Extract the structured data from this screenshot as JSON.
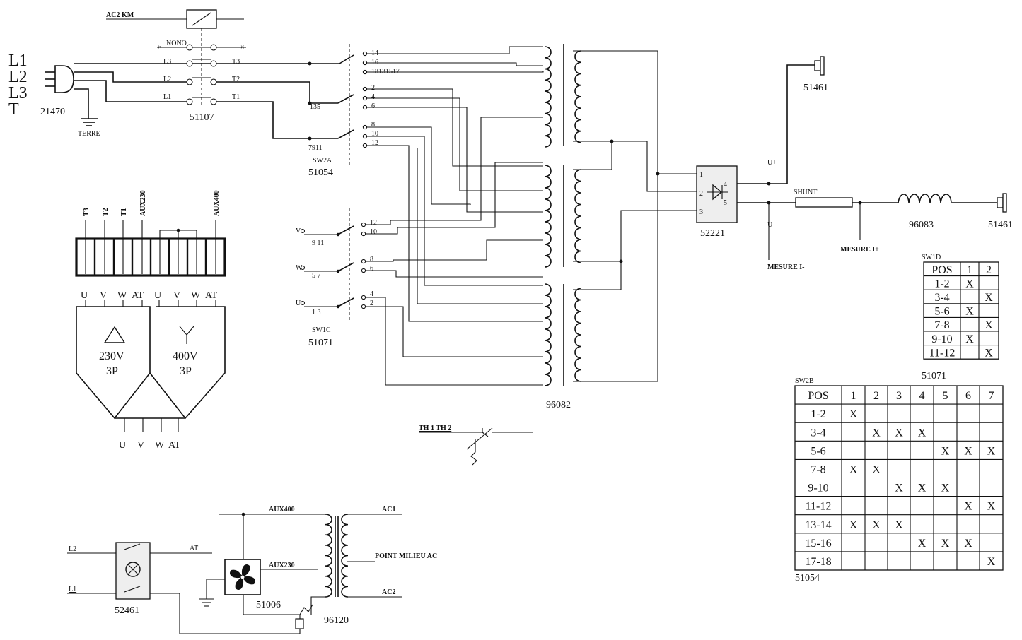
{
  "power_inputs": {
    "lines": [
      "L1",
      "L2",
      "L3",
      "T"
    ],
    "plug_ref": "21470",
    "ground_label": "TERRE"
  },
  "contactor": {
    "coil_label": "AC2 KM",
    "contact_label": "NONO",
    "left_terminals": [
      "L3",
      "L2",
      "L1"
    ],
    "right_terminals": [
      "T3",
      "T2",
      "T1"
    ],
    "ref": "51107"
  },
  "switch_sw2a": {
    "name": "SW2A",
    "ref": "51054",
    "pole_labels": [
      "135",
      "7911"
    ],
    "contacts": [
      "14",
      "16",
      "18131517",
      "2",
      "4",
      "6",
      "8",
      "10",
      "12"
    ]
  },
  "switch_sw1c": {
    "name": "SW1C",
    "ref": "51071",
    "inputs": [
      "V",
      "W",
      "U"
    ],
    "input_pins": [
      "9  11",
      "5    7",
      "1    3"
    ],
    "contacts": [
      "12",
      "10",
      "8",
      "6",
      "4",
      "2"
    ]
  },
  "transformer_main": {
    "ref": "96082"
  },
  "rectifier": {
    "ref": "52221",
    "pins": [
      "1",
      "2",
      "3",
      "4",
      "5"
    ]
  },
  "output": {
    "u_plus": "U+",
    "u_minus": "U-",
    "shunt": "SHUNT",
    "mesure_minus": "MESURE I-",
    "mesure_plus": "MESURE I+",
    "inductor_ref": "96083",
    "socket_ref_top": "51461",
    "socket_ref_right": "51461"
  },
  "terminal_block": {
    "top_labels": [
      "T3",
      "T2",
      "T1",
      "AUX230",
      "AUX400"
    ],
    "left_phases": [
      "U",
      "V",
      "W",
      "AT"
    ],
    "right_phases": [
      "U",
      "V",
      "W",
      "AT"
    ],
    "delta_voltage": "230V",
    "delta_phase": "3P",
    "star_voltage": "400V",
    "star_phase": "3P",
    "bottom_labels": [
      "U",
      "V",
      "W",
      "AT"
    ]
  },
  "thermal": {
    "label": "TH 1 TH 2"
  },
  "aux_circuit": {
    "l2": "L2",
    "l1": "L1",
    "at": "AT",
    "switch_ref": "52461",
    "aux400": "AUX400",
    "aux230": "AUX230",
    "fan_ref": "51006",
    "transformer_ref": "96120",
    "ac1": "AC1",
    "point_milieu": "POINT MILIEU AC",
    "ac2": "AC2"
  },
  "table_sw1d": {
    "title": "SW1D",
    "ref": "51071",
    "header": [
      "POS",
      "1",
      "2"
    ],
    "rows": [
      [
        "1-2",
        "X",
        ""
      ],
      [
        "3-4",
        "",
        "X"
      ],
      [
        "5-6",
        "X",
        ""
      ],
      [
        "7-8",
        "",
        "X"
      ],
      [
        "9-10",
        "X",
        ""
      ],
      [
        "11-12",
        "",
        "X"
      ]
    ]
  },
  "table_sw2b": {
    "title": "SW2B",
    "ref": "51054",
    "header": [
      "POS",
      "1",
      "2",
      "3",
      "4",
      "5",
      "6",
      "7"
    ],
    "rows": [
      [
        "1-2",
        "X",
        "",
        "",
        "",
        "",
        "",
        ""
      ],
      [
        "3-4",
        "",
        "X",
        "X",
        "X",
        "",
        "",
        ""
      ],
      [
        "5-6",
        "",
        "",
        "",
        "",
        "X",
        "X",
        "X"
      ],
      [
        "7-8",
        "X",
        "X",
        "",
        "",
        "",
        "",
        ""
      ],
      [
        "9-10",
        "",
        "",
        "X",
        "X",
        "X",
        "",
        ""
      ],
      [
        "11-12",
        "",
        "",
        "",
        "",
        "",
        "X",
        "X"
      ],
      [
        "13-14",
        "X",
        "X",
        "X",
        "",
        "",
        "",
        ""
      ],
      [
        "15-16",
        "",
        "",
        "",
        "X",
        "X",
        "X",
        ""
      ],
      [
        "17-18",
        "",
        "",
        "",
        "",
        "",
        "",
        "X"
      ]
    ]
  }
}
